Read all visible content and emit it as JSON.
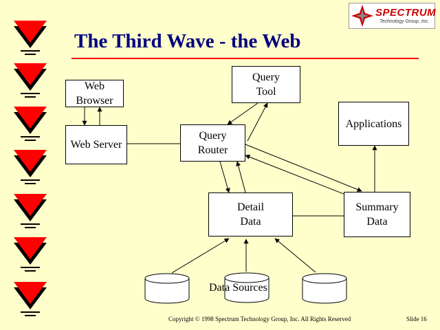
{
  "slide": {
    "title": "The Third Wave - the Web",
    "copyright": "Copyright © 1998 Spectrum Technology Group, Inc.  All Rights Reserved",
    "slide_number": "Slide 16"
  },
  "logo": {
    "name": "SPECTRUM",
    "subtitle": "Technology Group, Inc."
  },
  "diagram": {
    "boxes": {
      "web_browser": "Web\nBrowser",
      "web_server": "Web Server",
      "query_tool": "Query\nTool",
      "query_router": "Query\nRouter",
      "applications": "Applications",
      "detail_data": "Detail\nData",
      "summary_data": "Summary\nData"
    },
    "data_sources_label": "Data Sources"
  },
  "colors": {
    "background": "#ffffcc",
    "title": "#000080",
    "accent_red": "#ff0000"
  }
}
